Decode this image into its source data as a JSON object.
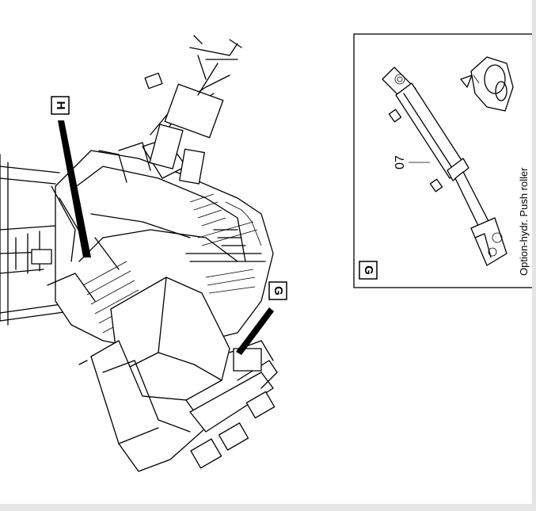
{
  "figure": {
    "callout_h": "H",
    "callout_g": "G"
  },
  "detail_panel": {
    "label": "G",
    "part_number": "07",
    "caption": "Option-hydr. Push roller"
  }
}
